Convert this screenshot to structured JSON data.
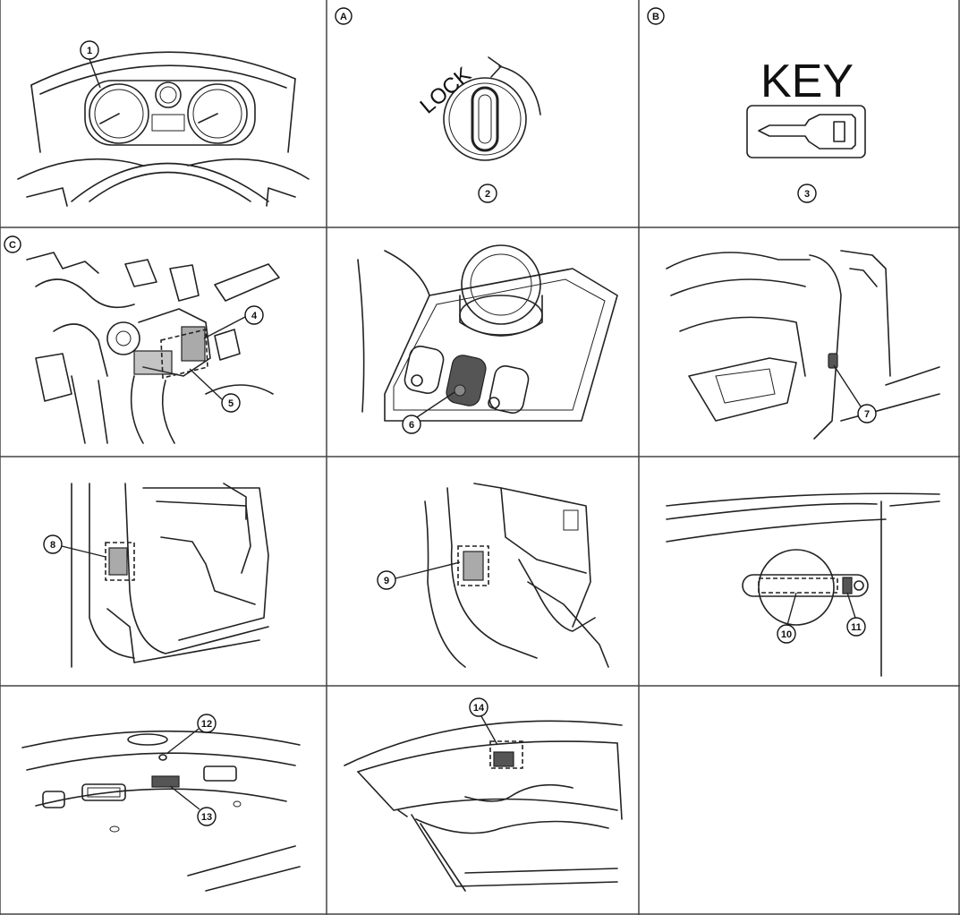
{
  "panel_letters": {
    "a": "A",
    "b": "B",
    "c": "C"
  },
  "texts": {
    "lock": "LOCK",
    "key": "KEY"
  },
  "callouts": {
    "c1": "1",
    "c2": "2",
    "c3": "3",
    "c4": "4",
    "c5": "5",
    "c6": "6",
    "c7": "7",
    "c8": "8",
    "c9": "9",
    "c10": "10",
    "c11": "11",
    "c12": "12",
    "c13": "13",
    "c14": "14"
  },
  "colors": {
    "line": "#222222",
    "grid": "#444444",
    "shade": "#555555"
  }
}
